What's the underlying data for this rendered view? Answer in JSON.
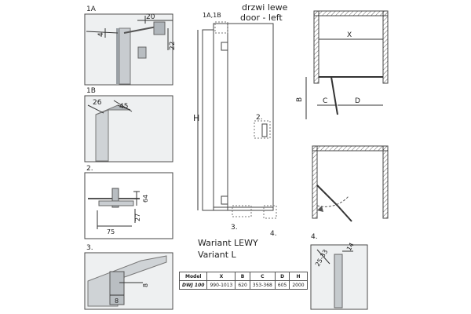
{
  "panels": {
    "p1a": {
      "label": "1A",
      "dims": [
        "20",
        "4",
        "22"
      ]
    },
    "p1b": {
      "label": "1B",
      "dims": [
        "26",
        "45"
      ]
    },
    "p2": {
      "label": "2.",
      "dims": [
        "64",
        "27",
        "75"
      ]
    },
    "p3": {
      "label": "3.",
      "dims": [
        "8",
        "8"
      ]
    },
    "p4": {
      "label": "4.",
      "dims": [
        "25-33",
        "14"
      ]
    }
  },
  "door": {
    "top_label": "1A,1B",
    "title_line1": "drzwi lewe",
    "title_line2": "door - left",
    "h_label": "H",
    "callout2": "2.",
    "callout3": "3.",
    "callout4": "4."
  },
  "plan": {
    "x_label": "X",
    "b_label": "B",
    "c_label": "C",
    "d_label": "D"
  },
  "variant": {
    "line1": "Wariant LEWY",
    "line2": "Variant L"
  },
  "table": {
    "headers": [
      "Model",
      "X",
      "B",
      "C",
      "D",
      "H"
    ],
    "row": [
      "DWJ 100",
      "990-1013",
      "620",
      "353-368",
      "605",
      "2000"
    ]
  }
}
